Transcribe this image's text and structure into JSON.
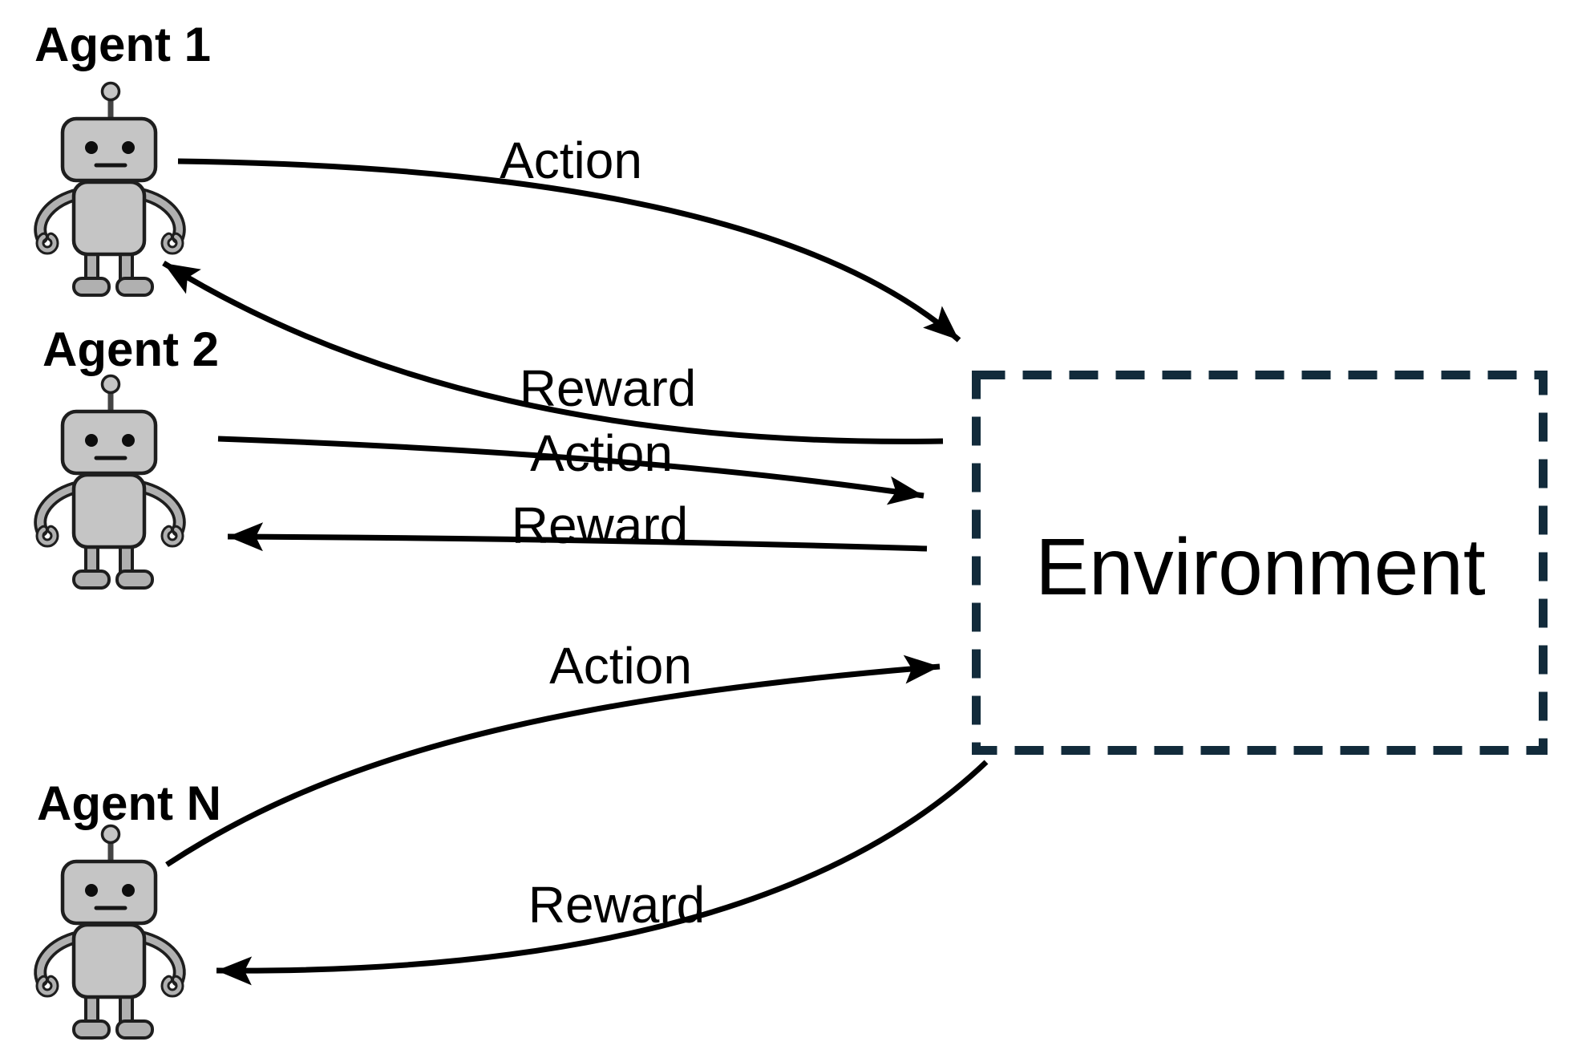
{
  "diagram": {
    "type": "multi-agent-reinforcement-learning-loop",
    "environment": {
      "label": "Environment",
      "border_color": "#122b3b"
    },
    "agents": [
      {
        "label": "Agent 1"
      },
      {
        "label": "Agent 2"
      },
      {
        "label": "Agent N"
      }
    ],
    "arrows": [
      {
        "label": "Action",
        "from": "Agent 1",
        "to": "Environment"
      },
      {
        "label": "Reward",
        "from": "Environment",
        "to": "Agent 1"
      },
      {
        "label": "Action",
        "from": "Agent 2",
        "to": "Environment"
      },
      {
        "label": "Reward",
        "from": "Environment",
        "to": "Agent 2"
      },
      {
        "label": "Action",
        "from": "Agent N",
        "to": "Environment"
      },
      {
        "label": "Reward",
        "from": "Environment",
        "to": "Agent N"
      }
    ],
    "colors": {
      "arrow": "#000000",
      "text": "#000000",
      "robot_body": "#c5c5c5",
      "robot_limbs": "#b0b0b0",
      "robot_outline": "#1e1e1e",
      "environment_border": "#122b3b",
      "background": "#ffffff"
    }
  }
}
